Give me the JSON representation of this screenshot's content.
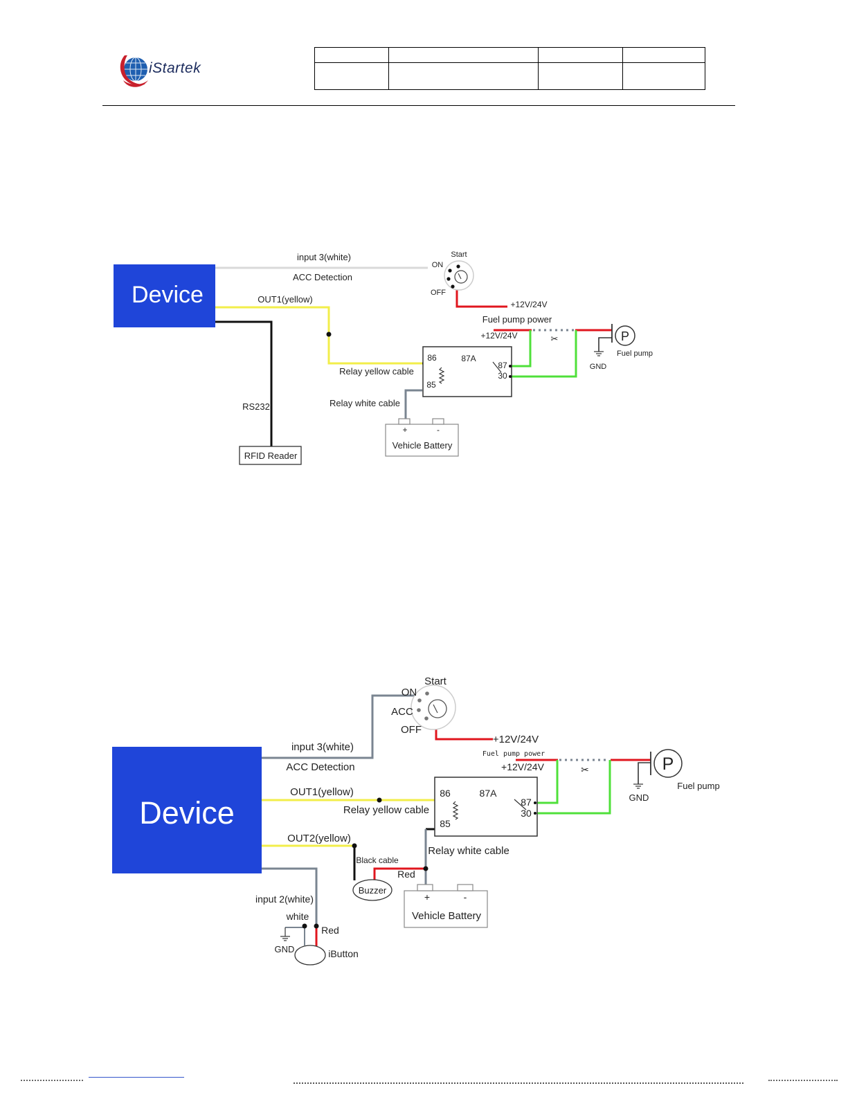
{
  "header": {
    "logo_text": "iStartek",
    "logo_colors": {
      "globe": "#1f5fb0",
      "swoosh": "#c8202c",
      "text": "#1a2a5c"
    }
  },
  "colors": {
    "device": "#1f45d9",
    "white_wire": "#d9d9d9",
    "yellow_wire": "#f2ee4a",
    "black_wire": "#111111",
    "red_wire": "#e0161e",
    "green_wire": "#4fe03a",
    "gray_wire": "#7a8591",
    "outline": "#333333"
  },
  "diagram1": {
    "device_label": "Device",
    "input3_label": "input 3(white)",
    "acc_label": "ACC Detection",
    "out1_label": "OUT1(yellow)",
    "ign_start": "Start",
    "ign_on": "ON",
    "ign_off": "OFF",
    "power1": "+12V/24V",
    "fuel_pump_power": "Fuel pump power",
    "power2": "+12V/24V",
    "pump_symbol": "P",
    "fuel_pump": "Fuel pump",
    "gnd": "GND",
    "relay_86": "86",
    "relay_87a": "87A",
    "relay_87": "87",
    "relay_85": "85",
    "relay_30": "30",
    "relay_yellow": "Relay yellow cable",
    "relay_white": "Relay white  cable",
    "battery_plus": "+",
    "battery_minus": "-",
    "battery_label": "Vehicle Battery",
    "rs232": "RS232",
    "rfid": "RFID Reader",
    "cut_icon": "scissors-icon"
  },
  "diagram2": {
    "device_label": "Device",
    "input3_label": "input 3(white)",
    "acc_label": "ACC Detection",
    "out1_label": "OUT1(yellow)",
    "out2_label": "OUT2(yellow)",
    "ign_start": "Start",
    "ign_on": "ON",
    "ign_acc": "ACC",
    "ign_off": "OFF",
    "power1": "+12V/24V",
    "fuel_pump_power": "Fuel pump power",
    "power2": "+12V/24V",
    "pump_symbol": "P",
    "fuel_pump": "Fuel pump",
    "gnd": "GND",
    "relay_86": "86",
    "relay_87a": "87A",
    "relay_87": "87",
    "relay_85": "85",
    "relay_30": "30",
    "relay_yellow": "Relay yellow cable",
    "relay_white": "Relay white  cable",
    "black_cable": "Black cable",
    "buzzer": "Buzzer",
    "red": "Red",
    "battery_plus": "+",
    "battery_minus": "-",
    "battery_label": "Vehicle Battery",
    "input2_label": "input 2(white)",
    "white": "white",
    "red2": "Red",
    "gnd2": "GND",
    "ibutton": "iButton",
    "cut_icon": "scissors-icon"
  }
}
